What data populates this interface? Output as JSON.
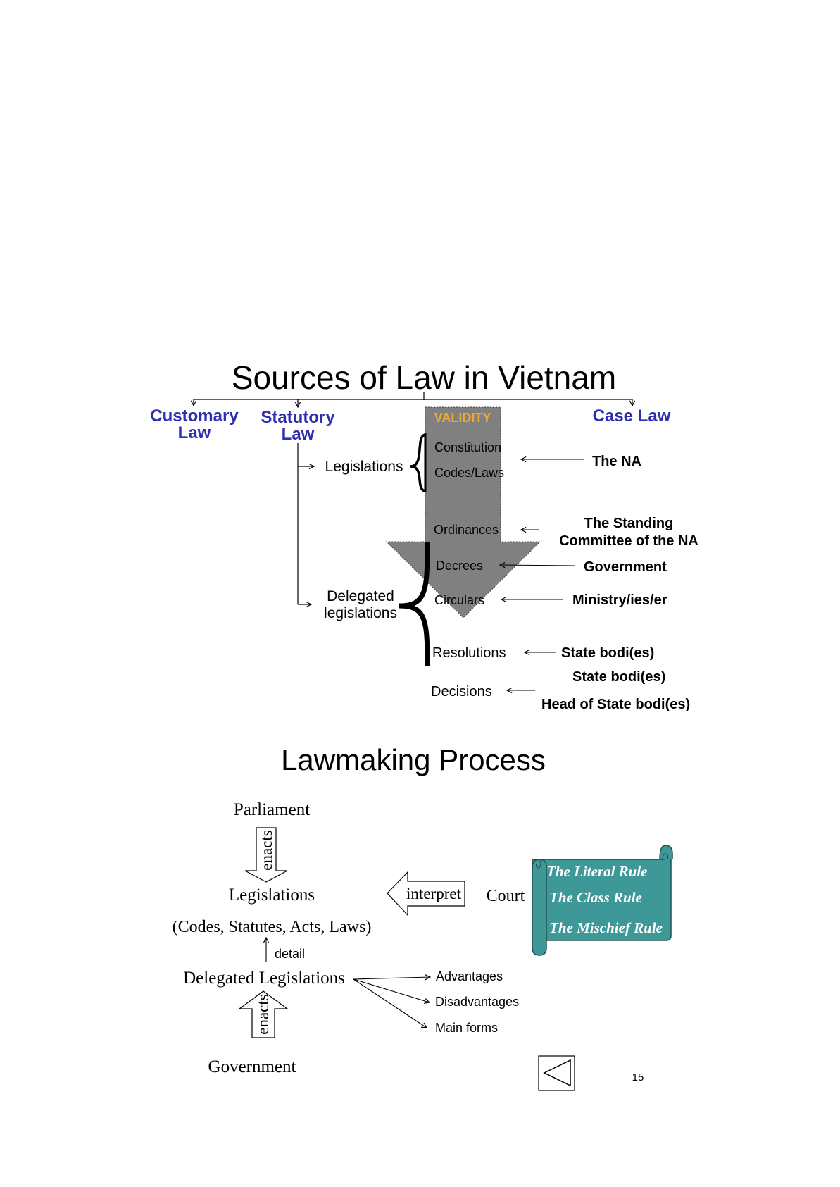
{
  "colors": {
    "heading_blue": "#2e2eb0",
    "validity_orange": "#f0a830",
    "validity_arrow_fill": "#808080",
    "scroll_teal": "#3e9898",
    "scroll_text": "#ffffff",
    "line": "#000000"
  },
  "slide1": {
    "title": "Sources of Law in Vietnam",
    "branches": {
      "customary": [
        "Customary",
        "Law"
      ],
      "statutory": [
        "Statutory",
        "Law"
      ],
      "case_law": "Case Law"
    },
    "validity_label": "VALIDITY",
    "groups": {
      "legislations": "Legislations",
      "delegated": [
        "Delegated",
        "legislations"
      ]
    },
    "documents": {
      "constitution": "Constitution",
      "codes_laws": "Codes/Laws",
      "ordinances": "Ordinances",
      "decrees": "Decrees",
      "circulars": "Circulars",
      "resolutions": "Resolutions",
      "decisions": "Decisions"
    },
    "issuers": {
      "the_na": "The NA",
      "standing_committee": [
        "The Standing",
        "Committee of the NA"
      ],
      "government": "Government",
      "ministry": "Ministry/ies/er",
      "state_bodies_1": "State bodi(es)",
      "state_bodies_2": "State bodi(es)",
      "head_state_bodies": "Head of State bodi(es)"
    }
  },
  "slide2": {
    "title": "Lawmaking Process",
    "parliament": "Parliament",
    "enacts_top": "enacts",
    "legislations": "Legislations",
    "legislations_examples": "(Codes, Statutes, Acts, Laws)",
    "detail": "detail",
    "delegated_legislations": "Delegated Legislations",
    "enacts_bottom": "enacts",
    "government": "Government",
    "interpret": "interpret",
    "court": "Court",
    "rules": [
      "The Literal Rule",
      "The Class Rule",
      "The Mischief Rule"
    ],
    "delegated_aspects": [
      "Advantages",
      "Disadvantages",
      "Main forms"
    ],
    "back_icon": "triangle-left-icon",
    "page_number": "15"
  }
}
